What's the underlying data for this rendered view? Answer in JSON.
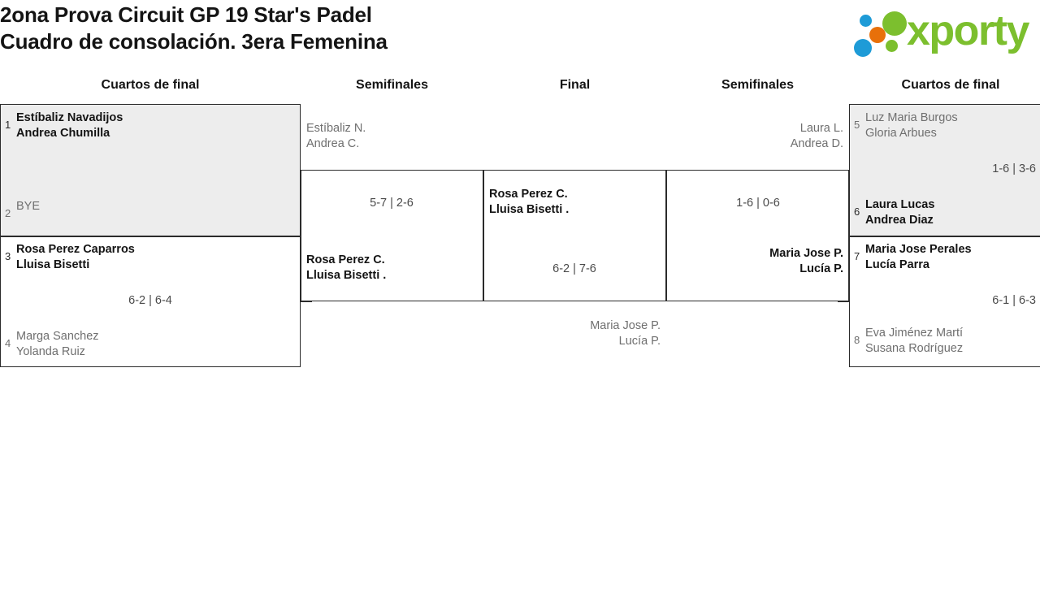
{
  "header": {
    "title_line1": "2ona Prova Circuit GP 19 Star's Padel",
    "title_line2": "Cuadro de consolación. 3era Femenina",
    "logo_text": "xporty"
  },
  "rounds": {
    "left_quarters": "Cuartos de final",
    "left_semis": "Semifinales",
    "final": "Final",
    "right_semis": "Semifinales",
    "right_quarters": "Cuartos de final"
  },
  "colors": {
    "shaded_box": "#ededed",
    "border": "#2b2b2b",
    "logo_green": "#7cbf2e",
    "logo_blue": "#1e9bd7",
    "logo_orange": "#e8700a",
    "winner_text": "#141414",
    "loser_text": "#6f6f6f"
  },
  "matches": {
    "qf1": {
      "top": {
        "seed": "1",
        "player1": "Estíbaliz Navadijos",
        "player2": "Andrea Chumilla"
      },
      "bottom": {
        "seed": "2",
        "player1": "BYE",
        "player2": ""
      },
      "score": ""
    },
    "qf2": {
      "top": {
        "seed": "3",
        "player1": "Rosa Perez Caparros",
        "player2": "Lluisa Bisetti"
      },
      "bottom": {
        "seed": "4",
        "player1": "Marga Sanchez",
        "player2": "Yolanda Ruiz"
      },
      "score": "6-2 | 6-4"
    },
    "qf3": {
      "top": {
        "seed": "5",
        "player1": "Luz Maria Burgos",
        "player2": "Gloria Arbues"
      },
      "bottom": {
        "seed": "6",
        "player1": "Laura Lucas",
        "player2": "Andrea Diaz"
      },
      "score": "1-6 | 3-6"
    },
    "qf4": {
      "top": {
        "seed": "7",
        "player1": "Maria Jose Perales",
        "player2": "Lucía Parra"
      },
      "bottom": {
        "seed": "8",
        "player1": "Eva Jiménez Martí",
        "player2": "Susana Rodríguez"
      },
      "score": "6-1 | 6-3"
    },
    "sf1": {
      "top": {
        "player1": "Estíbaliz N.",
        "player2": "Andrea C."
      },
      "bottom": {
        "player1": "Rosa Perez C.",
        "player2": "Lluisa Bisetti ."
      },
      "score": "5-7 | 2-6"
    },
    "sf2": {
      "top": {
        "player1": "Laura L.",
        "player2": "Andrea D."
      },
      "bottom": {
        "player1": "Maria Jose P.",
        "player2": "Lucía P."
      },
      "score": "1-6 | 0-6"
    },
    "final": {
      "top": {
        "player1": "Rosa Perez C.",
        "player2": "Lluisa Bisetti ."
      },
      "bottom": {
        "player1": "Maria Jose P.",
        "player2": "Lucía P."
      },
      "score": "6-2 | 7-6"
    }
  }
}
